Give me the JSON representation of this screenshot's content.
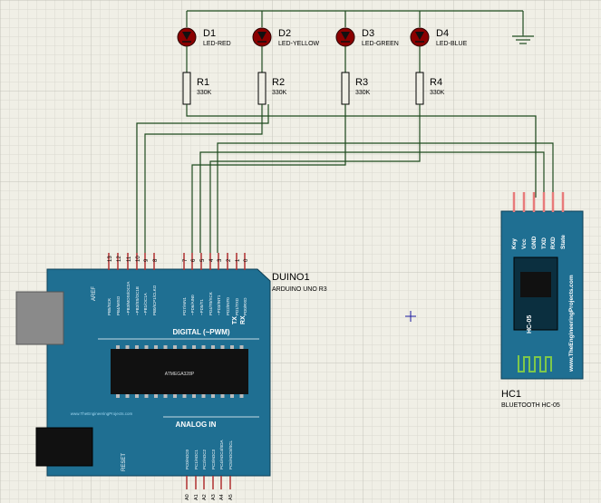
{
  "leds": [
    {
      "ref": "D1",
      "value": "LED-RED"
    },
    {
      "ref": "D2",
      "value": "LED-YELLOW"
    },
    {
      "ref": "D3",
      "value": "LED-GREEN"
    },
    {
      "ref": "D4",
      "value": "LED-BLUE"
    }
  ],
  "resistors": [
    {
      "ref": "R1",
      "value": "330K"
    },
    {
      "ref": "R2",
      "value": "330K"
    },
    {
      "ref": "R3",
      "value": "330K"
    },
    {
      "ref": "R4",
      "value": "330K"
    }
  ],
  "arduino": {
    "ref": "DUINO1",
    "model": "ARDUINO UNO R3",
    "digital_header": "DIGITAL (~PWM)",
    "analog_header": "ANALOG IN",
    "chip_text": "ATMEGA328P",
    "reset_label": "RESET",
    "aref_label": "AREF",
    "tx": "TX",
    "rx": "RX",
    "url": "www.TheEngineeringProjects.com",
    "digital_pin_numbers": [
      "13",
      "12",
      "11",
      "10",
      "9",
      "8",
      "7",
      "6",
      "5",
      "4",
      "3",
      "2",
      "1",
      "0"
    ],
    "digital_pin_names": [
      "PB5/SCK",
      "PB4/MISO",
      "~PB3/MOSI/OC2A",
      "~PB2/SS/OC1B",
      "~PB1/OC1A",
      "PB0/ICP1/CLKO",
      "PD7/AIN1",
      "~PD6/AIN0",
      "~PD5/T1",
      "PD4/T0/XCK",
      "~PD3/INT1",
      "PD2/INT0",
      "PD1/TXD",
      "PD0/RXD"
    ],
    "analog_pin_numbers": [
      "A0",
      "A1",
      "A2",
      "A3",
      "A4",
      "A5"
    ],
    "analog_pin_names": [
      "PC0/ADC0",
      "PC1/ADC1",
      "PC2/ADC2",
      "PC3/ADC3",
      "PC4/ADC4/SDA",
      "PC5/ADC5/SCL"
    ]
  },
  "bluetooth": {
    "ref": "HC1",
    "model": "BLUETOOTH HC-05",
    "pins": [
      "Key",
      "Vcc",
      "GND",
      "TXD",
      "RXD",
      "State"
    ],
    "module_label": "HC-05",
    "url": "www.TheEngineeringProjects.com"
  },
  "colors": {
    "background": "#f0efe6",
    "grid": "#d6d5cc",
    "wire": "#1e4a1e",
    "board": "#1f6f92",
    "led": "#8b0000"
  }
}
